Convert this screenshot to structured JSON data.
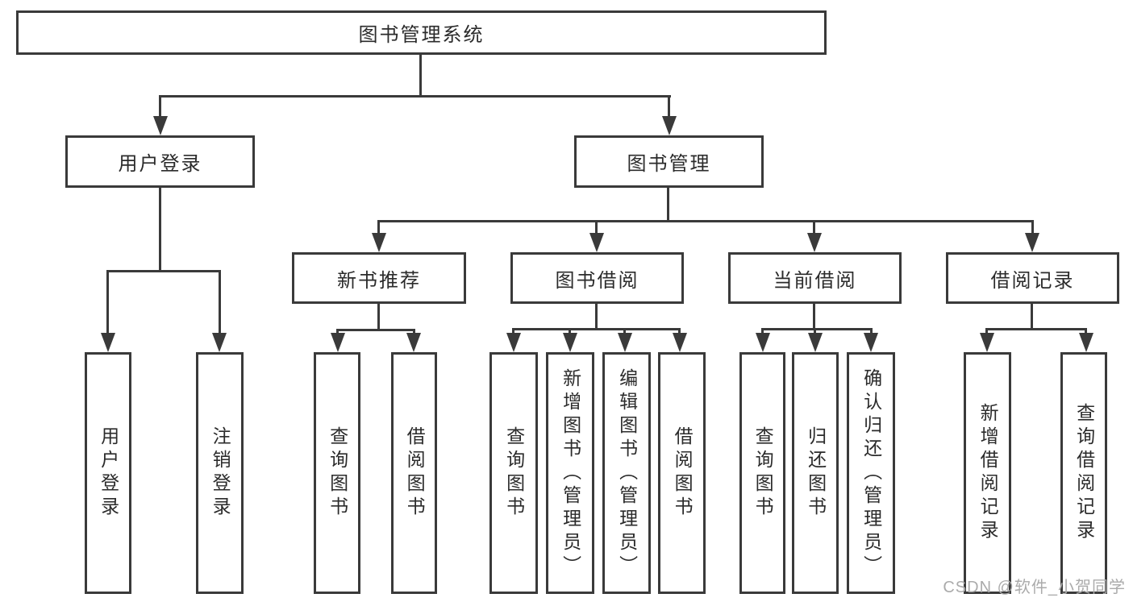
{
  "diagram": {
    "root": {
      "label": "图书管理系统"
    },
    "branches": [
      {
        "label": "用户登录",
        "leaves": [
          {
            "label": "用户登录"
          },
          {
            "label": "注销登录"
          }
        ]
      },
      {
        "label": "图书管理",
        "groups": [
          {
            "label": "新书推荐",
            "leaves": [
              {
                "label": "查询图书"
              },
              {
                "label": "借阅图书"
              }
            ]
          },
          {
            "label": "图书借阅",
            "leaves": [
              {
                "label": "查询图书"
              },
              {
                "label": "新增图书（管理员）"
              },
              {
                "label": "编辑图书（管理员）"
              },
              {
                "label": "借阅图书"
              }
            ]
          },
          {
            "label": "当前借阅",
            "leaves": [
              {
                "label": "查询图书"
              },
              {
                "label": "归还图书"
              },
              {
                "label": "确认归还（管理员）"
              }
            ]
          },
          {
            "label": "借阅记录",
            "leaves": [
              {
                "label": "新增借阅记录"
              },
              {
                "label": "查询借阅记录"
              }
            ]
          }
        ]
      }
    ]
  },
  "watermark": {
    "text": "CSDN @软件_小贺同学"
  },
  "colors": {
    "line": "#3a3a3a",
    "text": "#2b2b2b",
    "box_background": "#ffffff",
    "page_background": "#ffffff",
    "watermark": "#ababab"
  }
}
